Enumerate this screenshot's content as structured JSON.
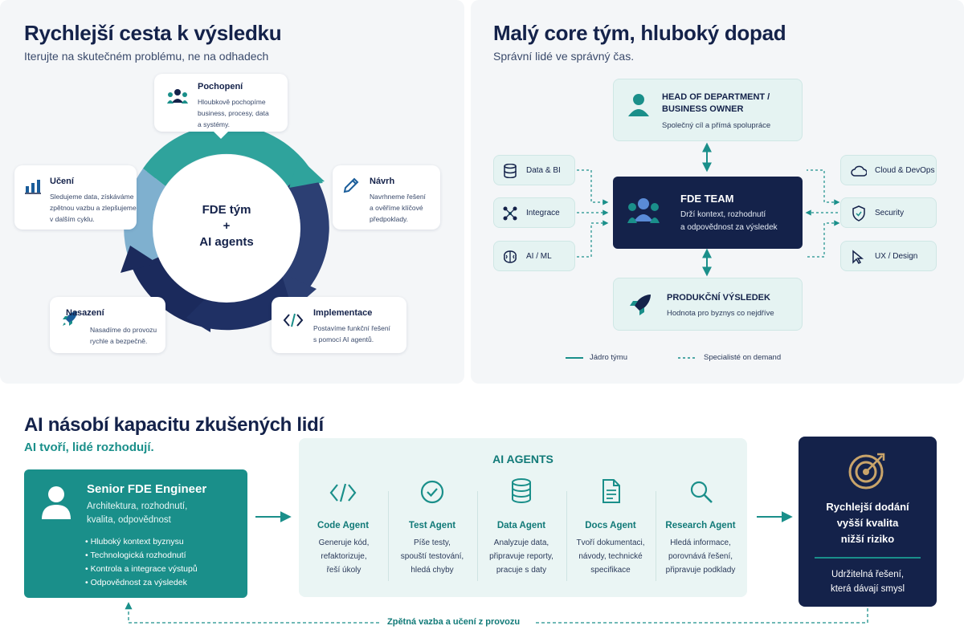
{
  "colors": {
    "navy": "#14224a",
    "teal": "#1a8f8a",
    "teal_light": "#e5f3f2",
    "ring_light": "#7fb0cf",
    "panel_bg": "#f4f6f8"
  },
  "cycle_panel": {
    "title": "Rychlejší cesta k výsledku",
    "subtitle": "Iterujte na skutečném problému, ne na odhadech",
    "center_line1": "FDE tým",
    "center_line2": "+",
    "center_line3": "AI agents",
    "steps": [
      {
        "icon": "team-icon",
        "title": "Pochopení",
        "lines": [
          "Hloubkově pochopíme",
          "business, procesy, data",
          "a systémy."
        ]
      },
      {
        "icon": "pencil-icon",
        "title": "Návrh",
        "lines": [
          "Navrhneme řešení",
          "a ověříme klíčové",
          "předpoklady."
        ]
      },
      {
        "icon": "code-icon",
        "title": "Implementace",
        "lines": [
          "Postavíme funkční řešení",
          "s pomocí AI agentů."
        ]
      },
      {
        "icon": "rocket-icon",
        "title": "Nasazení",
        "lines": [
          "Nasadíme do provozu",
          "rychle a bezpečně."
        ]
      },
      {
        "icon": "chart-icon",
        "title": "Učení",
        "lines": [
          "Sledujeme data, získáváme",
          "zpětnou vazbu a zlepšujeme",
          "v dalším cyklu."
        ]
      }
    ]
  },
  "team_panel": {
    "title": "Malý core tým, hluboký dopad",
    "subtitle": "Správní lidé ve správný čas.",
    "head": {
      "line1": "HEAD OF DEPARTMENT /",
      "line2": "BUSINESS OWNER",
      "desc": "Společný cíl a přímá spolupráce"
    },
    "core": {
      "title": "FDE TEAM",
      "line1": "Drží kontext, rozhodnutí",
      "line2": "a odpovědnost za výsledek"
    },
    "result": {
      "title": "PRODUKČNÍ VÝSLEDEK",
      "desc": "Hodnota pro byznys co nejdříve"
    },
    "left_specialists": [
      {
        "icon": "database-icon",
        "label": "Data & BI"
      },
      {
        "icon": "network-icon",
        "label": "Integrace"
      },
      {
        "icon": "brain-icon",
        "label": "AI / ML"
      }
    ],
    "right_specialists": [
      {
        "icon": "cloud-icon",
        "label": "Cloud & DevOps"
      },
      {
        "icon": "shield-icon",
        "label": "Security"
      },
      {
        "icon": "design-icon",
        "label": "UX / Design"
      }
    ],
    "legend": {
      "solid": "Jádro týmu",
      "dashed": "Specialisté on demand"
    }
  },
  "ai_panel": {
    "title": "AI násobí kapacitu zkušených lidí",
    "subtitle": "AI tvoří, lidé rozhodují.",
    "engineer": {
      "title": "Senior FDE Engineer",
      "line1": "Architektura, rozhodnutí,",
      "line2": "kvalita, odpovědnost",
      "bullets": [
        "Hluboký kontext byznysu",
        "Technologická rozhodnutí",
        "Kontrola a integrace výstupů",
        "Odpovědnost za výsledek"
      ]
    },
    "agents_title": "AI AGENTS",
    "agents": [
      {
        "icon": "code-icon",
        "name": "Code Agent",
        "lines": [
          "Generuje kód,",
          "refaktorizuje,",
          "řeší úkoly"
        ]
      },
      {
        "icon": "check-icon",
        "name": "Test Agent",
        "lines": [
          "Píše testy,",
          "spouští testování,",
          "hledá chyby"
        ]
      },
      {
        "icon": "database-icon",
        "name": "Data Agent",
        "lines": [
          "Analyzuje data,",
          "připravuje reporty,",
          "pracuje s daty"
        ]
      },
      {
        "icon": "document-icon",
        "name": "Docs Agent",
        "lines": [
          "Tvoří dokumentaci,",
          "návody, technické",
          "specifikace"
        ]
      },
      {
        "icon": "search-icon",
        "name": "Research Agent",
        "lines": [
          "Hledá informace,",
          "porovnává řešení,",
          "připravuje podklady"
        ]
      }
    ],
    "outcome": {
      "lines": [
        "Rychlejší dodání",
        "vyšší kvalita",
        "nižší riziko"
      ],
      "sub1": "Udržitelná řešení,",
      "sub2": "která dávají smysl"
    },
    "feedback": "Zpětná vazba a učení z provozu"
  }
}
